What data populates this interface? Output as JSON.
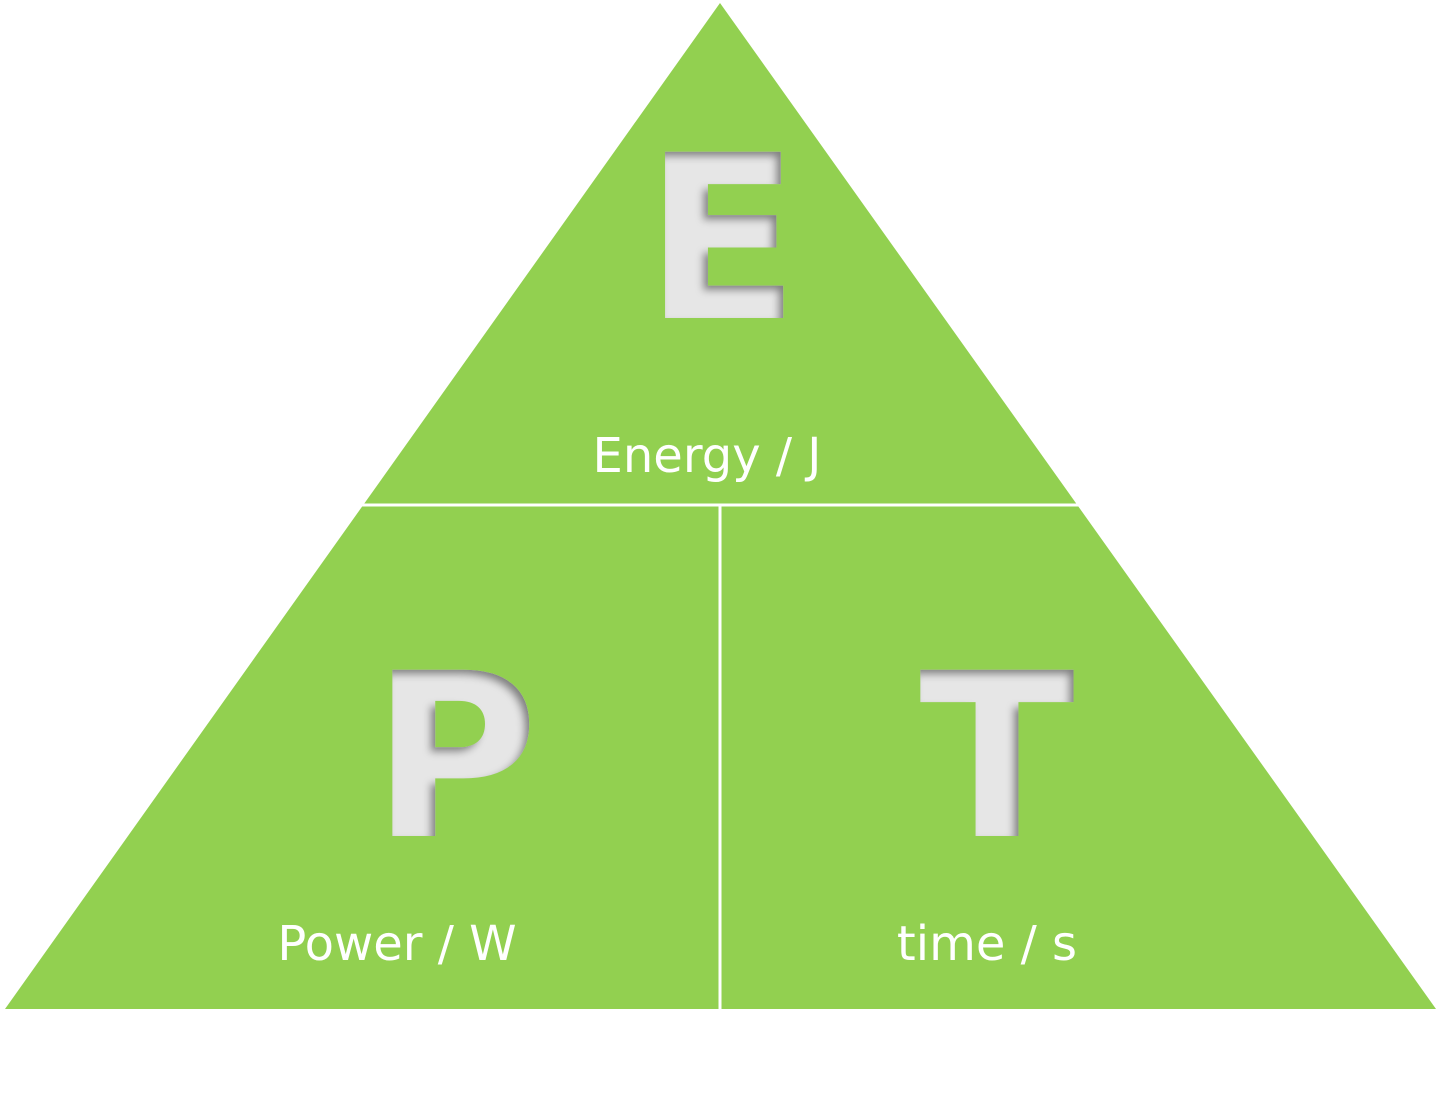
{
  "triangle": {
    "fill_color": "#92d050",
    "divider_color": "#ffffff",
    "letter_color": "#e6e6e6",
    "label_color": "#ffffff",
    "top": {
      "letter": "E",
      "label": "Energy / J"
    },
    "bottom_left": {
      "letter": "P",
      "label": "Power / W"
    },
    "bottom_right": {
      "letter": "T",
      "label": "time / s"
    }
  }
}
